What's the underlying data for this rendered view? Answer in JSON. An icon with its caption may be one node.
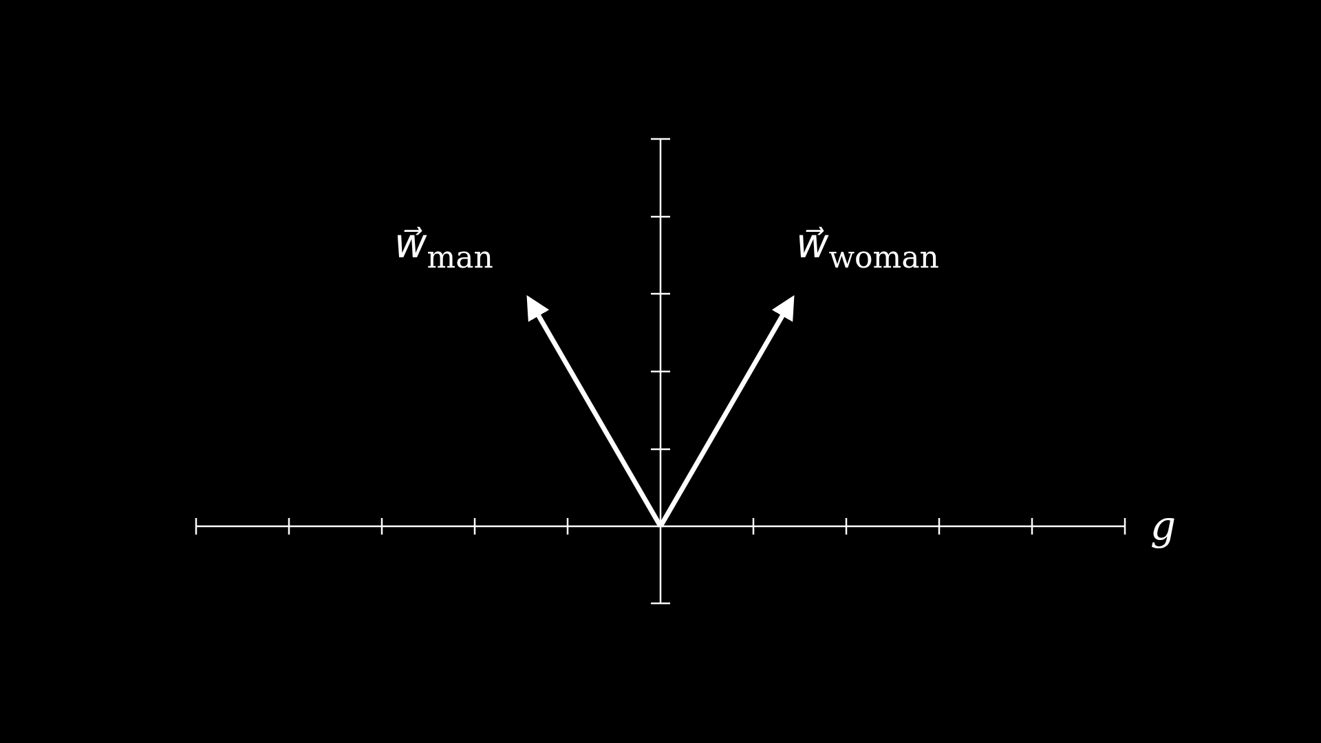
{
  "diagram": {
    "labels": [
      "*w⃗*$_{man}$",
      "*w⃗*$_{woman}$",
      "*g*"
    ]
  }
}
